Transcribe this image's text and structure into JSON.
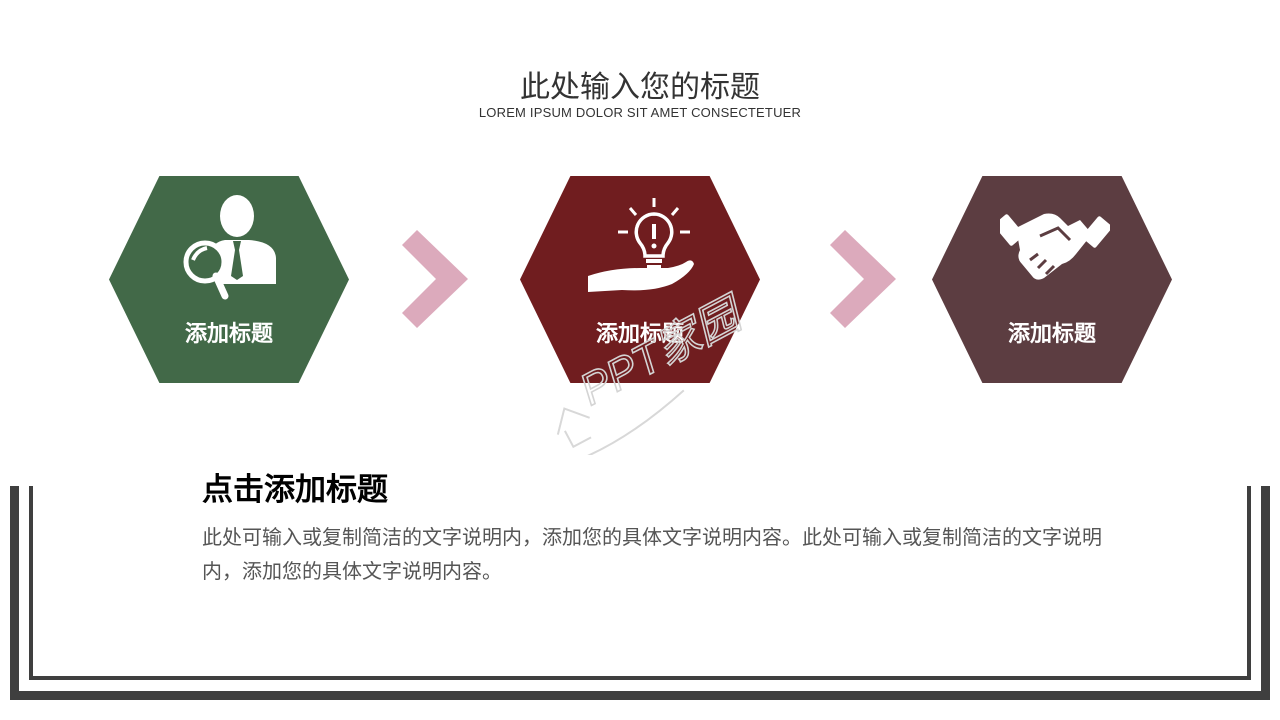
{
  "header": {
    "title": "此处输入您的标题",
    "subtitle": "LOREM IPSUM DOLOR SIT AMET CONSECTETUER"
  },
  "steps": [
    {
      "label": "添加标题",
      "icon": "person-magnifier-icon",
      "color": "#426948"
    },
    {
      "label": "添加标题",
      "icon": "lightbulb-hand-icon",
      "color": "#701d1f"
    },
    {
      "label": "添加标题",
      "icon": "handshake-icon",
      "color": "#5c3d41"
    }
  ],
  "arrow_color": "#dcaabc",
  "content": {
    "title": "点击添加标题",
    "body": "此处可输入或复制简洁的文字说明内，添加您的具体文字说明内容。此处可输入或复制简洁的文字说明内，添加您的具体文字说明内容。"
  },
  "watermark": {
    "text": "PPT家园"
  },
  "frame_color": "#3f3f3f"
}
